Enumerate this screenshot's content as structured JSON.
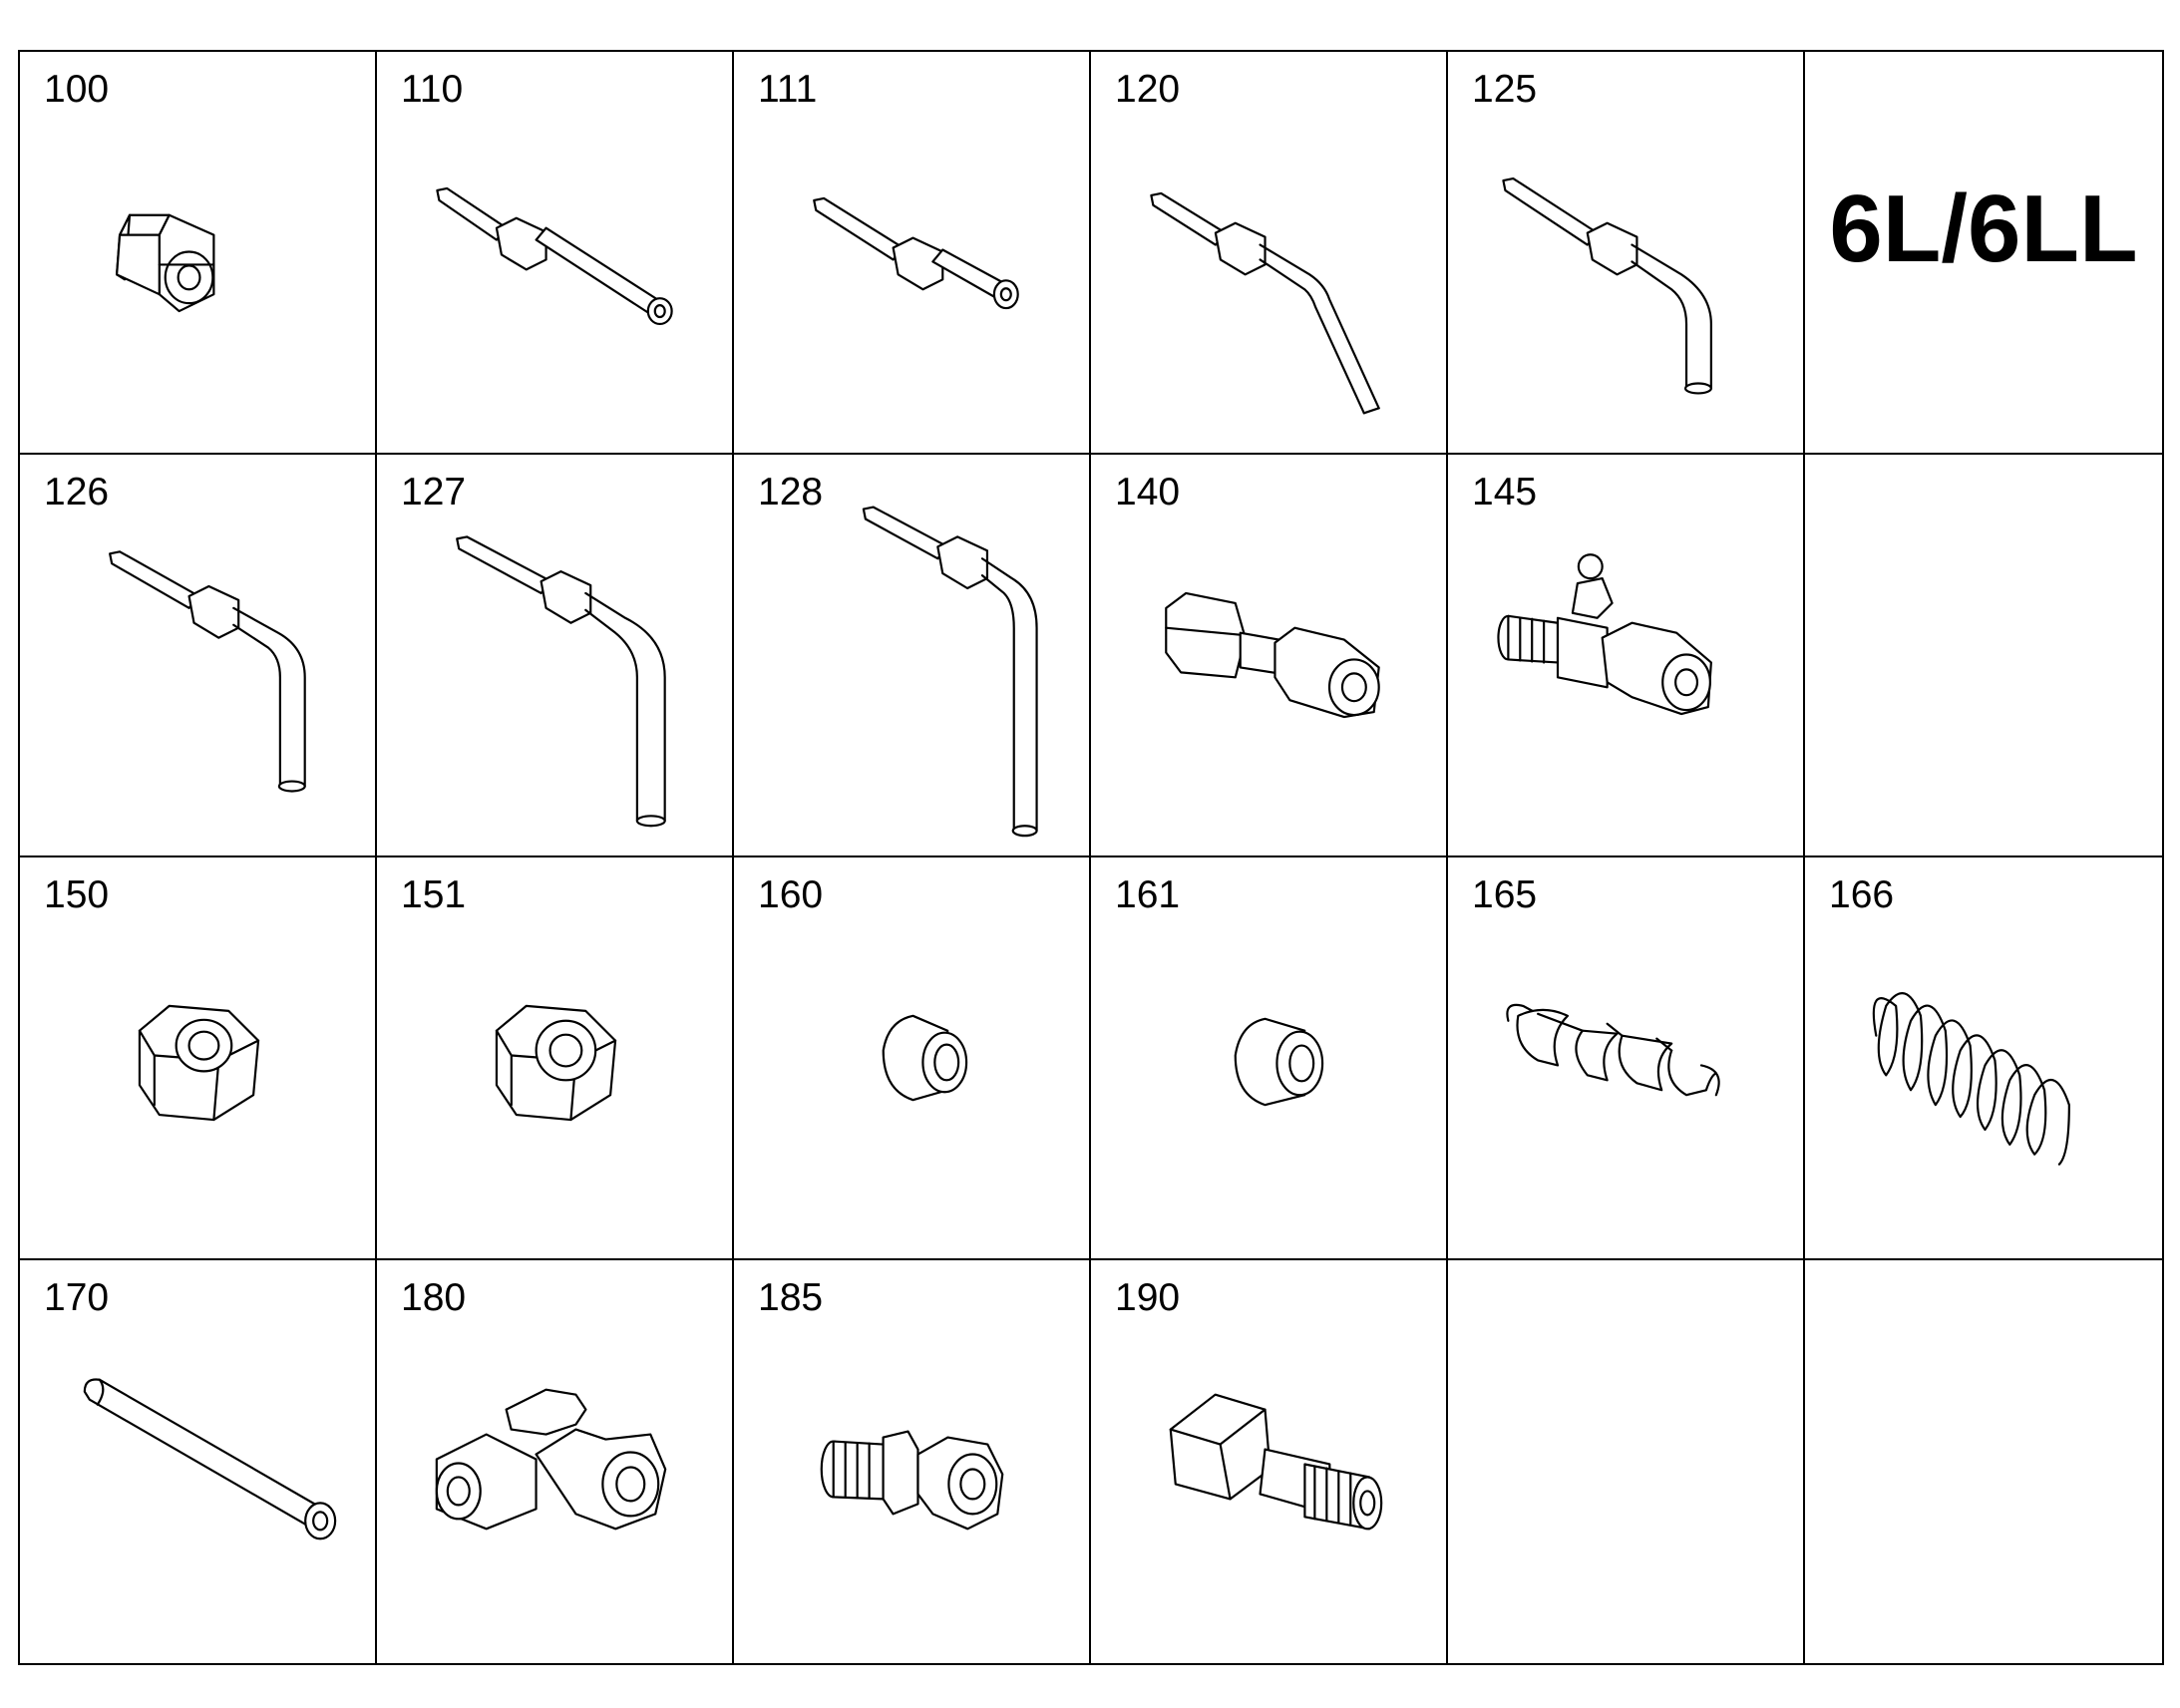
{
  "title": "6L/6LL",
  "parts": {
    "p100": "100",
    "p110": "110",
    "p111": "111",
    "p120": "120",
    "p125": "125",
    "p126": "126",
    "p127": "127",
    "p128": "128",
    "p140": "140",
    "p145": "145",
    "p150": "150",
    "p151": "151",
    "p160": "160",
    "p161": "161",
    "p165": "165",
    "p166": "166",
    "p170": "170",
    "p180": "180",
    "p185": "185",
    "p190": "190"
  },
  "icons": {
    "p100": "straight-fitting-icon",
    "p110": "straight-pipe-nozzle-icon",
    "p111": "short-pipe-nozzle-icon",
    "p120": "bent-pipe-nozzle-icon",
    "p125": "elbow-pipe-nozzle-icon",
    "p126": "elbow-pipe-icon",
    "p127": "long-elbow-pipe-icon",
    "p128": "tall-elbow-pipe-icon",
    "p140": "union-coupling-icon",
    "p145": "grease-valve-icon",
    "p150": "hex-nut-icon",
    "p151": "hex-nut-icon",
    "p160": "ferrule-icon",
    "p161": "ferrule-icon",
    "p165": "clip-spring-icon",
    "p166": "coil-spring-icon",
    "p170": "tube-icon",
    "p180": "elbow-fitting-icon",
    "p185": "bulkhead-fitting-icon",
    "p190": "banjo-bolt-icon"
  }
}
